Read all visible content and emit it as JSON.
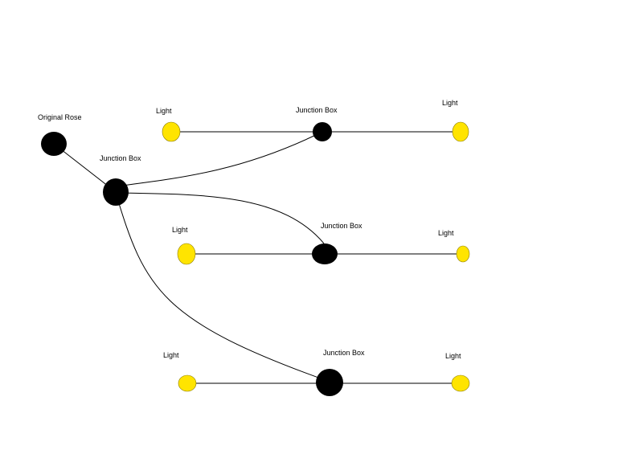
{
  "labels": {
    "original_rose": "Original Rose",
    "junction_main": "Junction Box",
    "junction_top": "Junction Box",
    "junction_middle": "Junction Box",
    "junction_bottom": "Junction Box",
    "light_top_left": "Light",
    "light_top_right": "Light",
    "light_middle_left": "Light",
    "light_middle_right": "Light",
    "light_bottom_left": "Light",
    "light_bottom_right": "Light"
  },
  "colors": {
    "junction_fill": "#000000",
    "light_fill": "#ffe400",
    "wire": "#000000",
    "background": "#ffffff"
  }
}
